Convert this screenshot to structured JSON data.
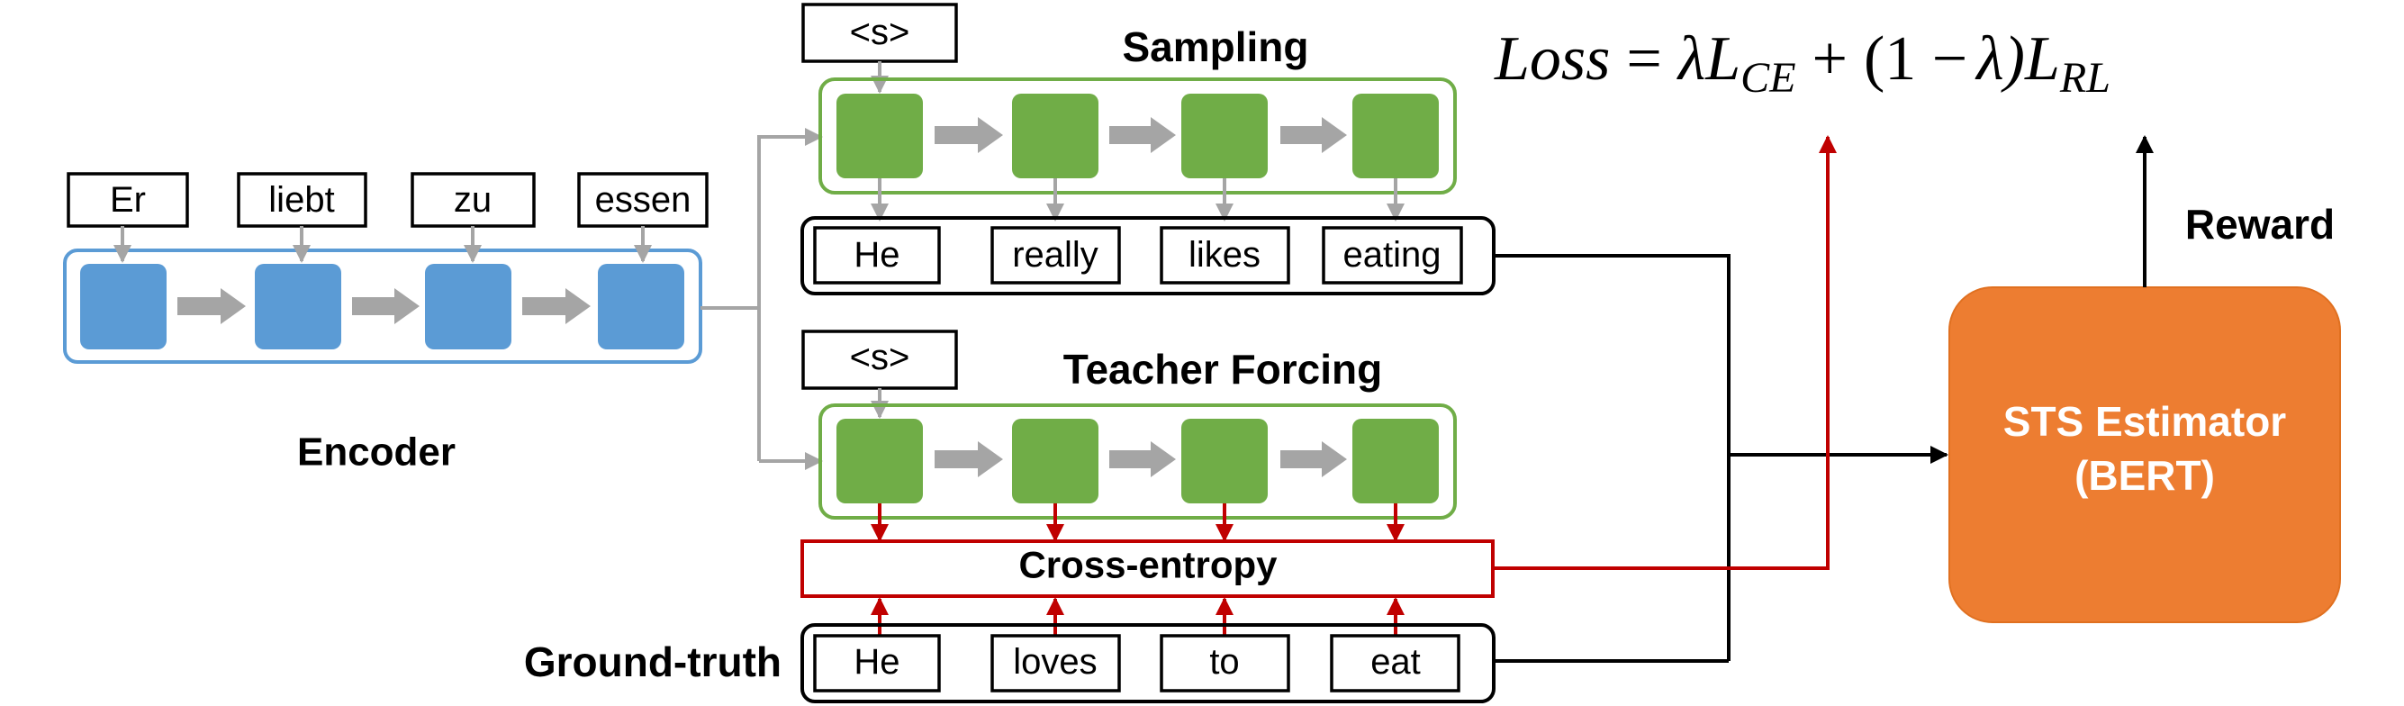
{
  "encoder": {
    "title": "Encoder",
    "input_tokens": [
      "Er",
      "liebt",
      "zu",
      "essen"
    ]
  },
  "sampling": {
    "title": "Sampling",
    "start_token": "<s>",
    "output_tokens": [
      "He",
      "really",
      "likes",
      "eating"
    ]
  },
  "teacher_forcing": {
    "title": "Teacher Forcing",
    "start_token": "<s>",
    "loss_label": "Cross-entropy"
  },
  "ground_truth": {
    "title": "Ground-truth",
    "tokens": [
      "He",
      "loves",
      "to",
      "eat"
    ]
  },
  "estimator": {
    "line1": "STS Estimator",
    "line2": "(BERT)"
  },
  "reward_label": "Reward",
  "loss_formula": {
    "lhs": "Loss",
    "eq": "=",
    "lambda1": "λ",
    "l_ce": "L",
    "ce_sub": "CE",
    "plus": "+",
    "open_paren": "(1 −",
    "lambda2": "λ)",
    "l_rl": "L",
    "rl_sub": "RL"
  },
  "colors": {
    "encoder_cell": "#5B9BD5",
    "encoder_border": "#5B9BD5",
    "decoder_cell": "#70AD47",
    "decoder_border": "#70AD47",
    "arrow_gray": "#A5A5A5",
    "loss_red": "#C00000",
    "estimator": "#ED7D31"
  }
}
